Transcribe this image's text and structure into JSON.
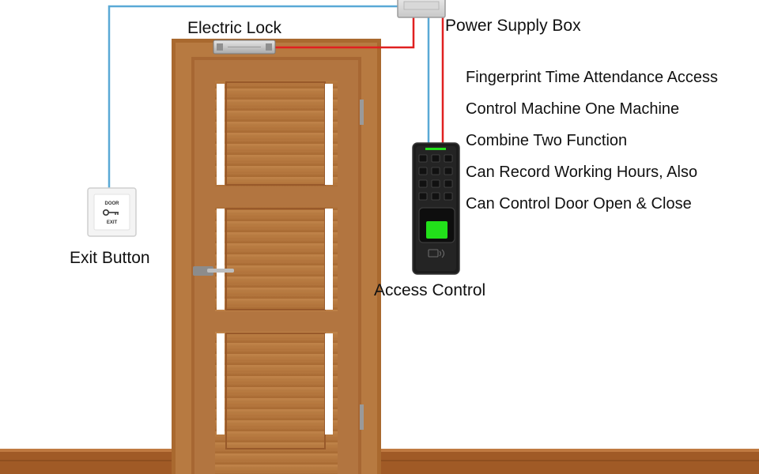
{
  "labels": {
    "electric_lock": "Electric Lock",
    "power_supply_box": "Power Supply Box",
    "exit_button": "Exit Button",
    "access_control": "Access Control"
  },
  "exit_button_face": {
    "top_text": "DOOR",
    "bottom_text": "EXIT"
  },
  "description_lines": [
    "Fingerprint Time Attendance Access",
    "Control Machine One Machine",
    "Combine Two Function",
    "Can Record Working Hours, Also",
    "Can Control Door Open & Close"
  ],
  "colors": {
    "wire_signal": "#5aa9d6",
    "wire_power": "#e02020",
    "door_wood": "#b7783f",
    "door_frame": "#a9692f",
    "baseboard": "#a05a26",
    "device_body": "#1c1c1c",
    "fingerprint_window": "#22e01a"
  }
}
